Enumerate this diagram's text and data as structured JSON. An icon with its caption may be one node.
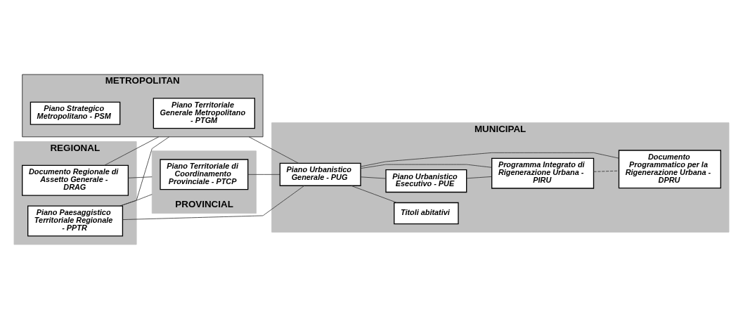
{
  "diagram": {
    "nodes": [
      {
        "text": [
          "REGIONAL"
        ]
      },
      {
        "text": [
          "Documento Regionale di Assetto Generale - DRAG"
        ],
        "in": 0
      },
      {
        "text": [
          "Piano Paesaggistico Territoriale Regionale - PPTR"
        ],
        "in": 0
      },
      {
        "text": [
          "METROPOLITAN"
        ]
      },
      {
        "text": [
          "Piano Territoriale Generale Metropolitano - PTGM"
        ],
        "in": 3
      },
      {
        "text": [
          "Piano Strategico Metropolitano - PSM"
        ],
        "in": 3
      },
      {
        "text": [
          "PROVINCIAL"
        ]
      },
      {
        "text": [
          "Piano Territoriale di Coordinamento Provinciale - PTCP"
        ],
        "in": 6
      },
      {
        "text": [
          "MUNICIPAL"
        ]
      },
      {
        "text": [
          "Titoli abitativi"
        ],
        "in": 8
      },
      {
        "text": [
          "Piano Urbanistico Esecutivo - PUE"
        ],
        "in": 8
      },
      {
        "text": [
          "Piano Urbanistico Generale - PUG"
        ],
        "in": 8
      },
      {
        "text": [
          "Programma Integrato di Rigenerazione Urbana - PIRU"
        ],
        "in": 8
      },
      {
        "text": [
          "Documento Programmatico per la Rigenerazione Urbana - DPRU"
        ],
        "in": 8
      }
    ],
    "edges": [
      {
        "from": 1,
        "to": 3,
        "arrow": "none"
      },
      {
        "from": 1,
        "to": 6,
        "arrow": "none"
      },
      {
        "from": 2,
        "to": 3,
        "arrow": "none"
      },
      {
        "from": 2,
        "to": 6,
        "arrow": "none"
      },
      {
        "from": 2,
        "to": 11,
        "arrow": "none"
      },
      {
        "from": 3,
        "to": 11,
        "arrow": "none"
      },
      {
        "from": 7,
        "to": 11,
        "arrow": "none"
      },
      {
        "from": 11,
        "to": 9,
        "arrow": "none"
      },
      {
        "from": 11,
        "to": 10,
        "arrow": "none"
      },
      {
        "from": 10,
        "to": 12,
        "arrow": "none"
      },
      {
        "from": 11,
        "to": 12,
        "arrow": "none"
      },
      {
        "from": 11,
        "to": 13,
        "arrow": "none"
      },
      {
        "from": 12,
        "to": 13,
        "arrow": "none",
        "style": "dashed"
      }
    ]
  }
}
